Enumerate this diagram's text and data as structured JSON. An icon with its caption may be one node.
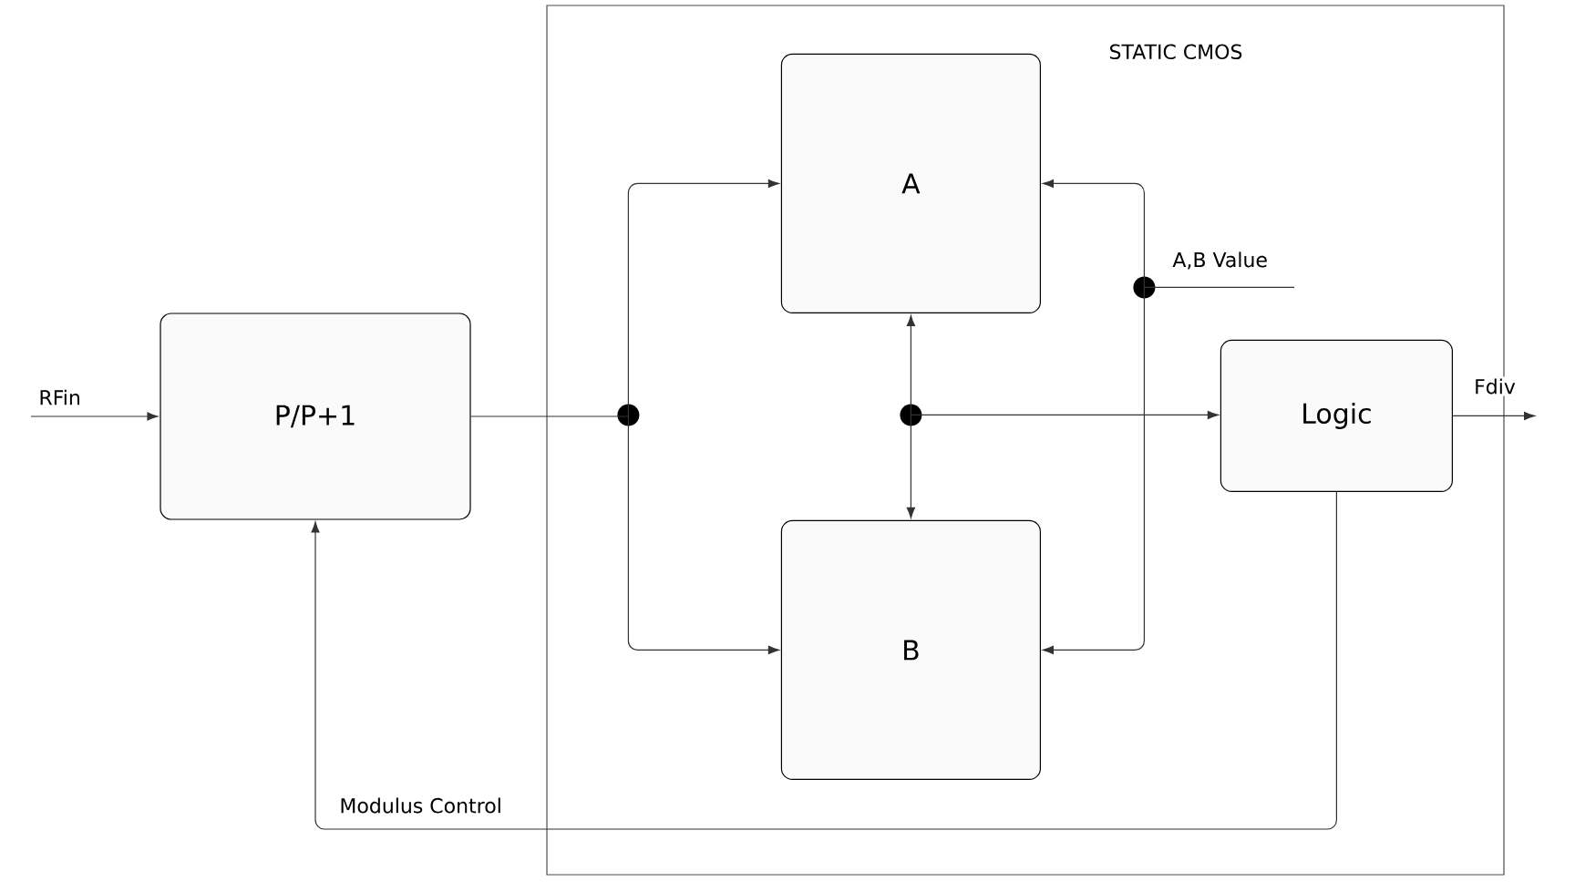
{
  "diagram": {
    "nodes": [
      {
        "text": [
          "STATIC CMOS"
        ]
      },
      {
        "text": [
          "P/P+1"
        ]
      },
      {
        "text": [
          "A"
        ],
        "in": 0
      },
      {
        "text": [
          "B"
        ],
        "in": 0
      },
      {
        "text": [
          "Logic"
        ],
        "in": 0
      },
      {
        "text": [],
        "shape": "circle",
        "in": 0
      },
      {
        "text": [],
        "shape": "circle",
        "in": 0
      },
      {
        "text": [],
        "shape": "circle",
        "in": 0
      }
    ],
    "edges": [
      {
        "from": null,
        "to": 1,
        "arrow": "to",
        "label": "RFin"
      },
      {
        "from": 1,
        "to": 5,
        "arrow": "none"
      },
      {
        "from": 5,
        "to": 2,
        "arrow": "to"
      },
      {
        "from": 5,
        "to": 3,
        "arrow": "to"
      },
      {
        "from": 6,
        "to": 2,
        "arrow": "to"
      },
      {
        "from": 6,
        "to": 3,
        "arrow": "to"
      },
      {
        "from": 6,
        "to": 4,
        "arrow": "to"
      },
      {
        "from": 7,
        "to": 2,
        "arrow": "to"
      },
      {
        "from": 7,
        "to": 3,
        "arrow": "to"
      },
      {
        "from": 7,
        "to": null,
        "arrow": "none",
        "label": "A,B Value"
      },
      {
        "from": 4,
        "to": 1,
        "arrow": "to",
        "label": "Modulus Control"
      },
      {
        "from": 4,
        "to": null,
        "arrow": "to",
        "label": "Fdiv"
      }
    ]
  }
}
